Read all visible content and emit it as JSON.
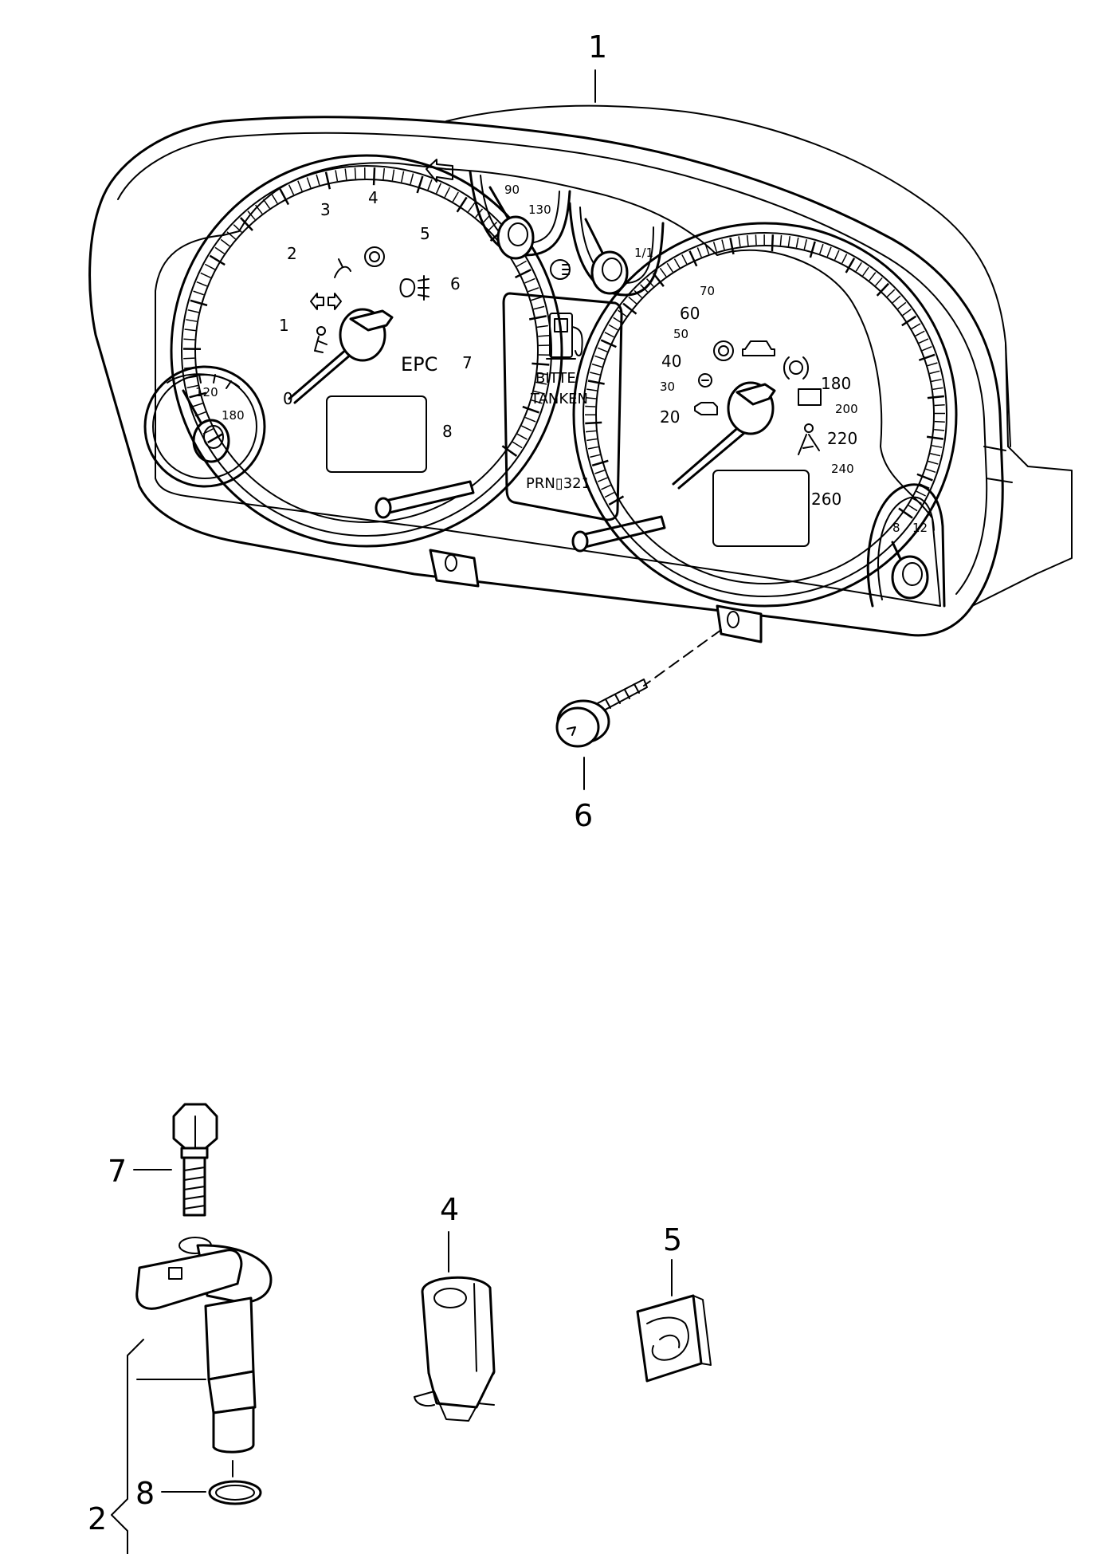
{
  "callouts": {
    "c1": "1",
    "c2": "2",
    "c4": "4",
    "c5": "5",
    "c6": "6",
    "c7": "7",
    "c8": "8"
  },
  "cluster": {
    "tach_numbers": [
      "1",
      "2",
      "3",
      "4",
      "5",
      "6",
      "7",
      "8"
    ],
    "tach_zero": "0",
    "epc_label": "EPC",
    "temp_small": [
      "120",
      "180"
    ],
    "top_left_gauge": [
      "90",
      "130"
    ],
    "fuel_gauge_mark": "1/1",
    "fuel_message": [
      "BITTE",
      "TANKEN"
    ],
    "gear_indicator": "PRN▯321",
    "speed_inner": [
      "70",
      "50",
      "30"
    ],
    "speed_left": [
      "60",
      "40",
      "20"
    ],
    "speed_right": [
      "180",
      "200",
      "220",
      "240",
      "260"
    ],
    "right_small": [
      "8",
      "12"
    ]
  },
  "icons": [
    "instrument-cluster",
    "screw",
    "speed-sensor",
    "bolt",
    "bulb-holder",
    "clip",
    "o-ring",
    "fuel-pump-icon",
    "seatbelt-icon",
    "airbag-icon",
    "brake-icon",
    "fog-light-icon"
  ]
}
